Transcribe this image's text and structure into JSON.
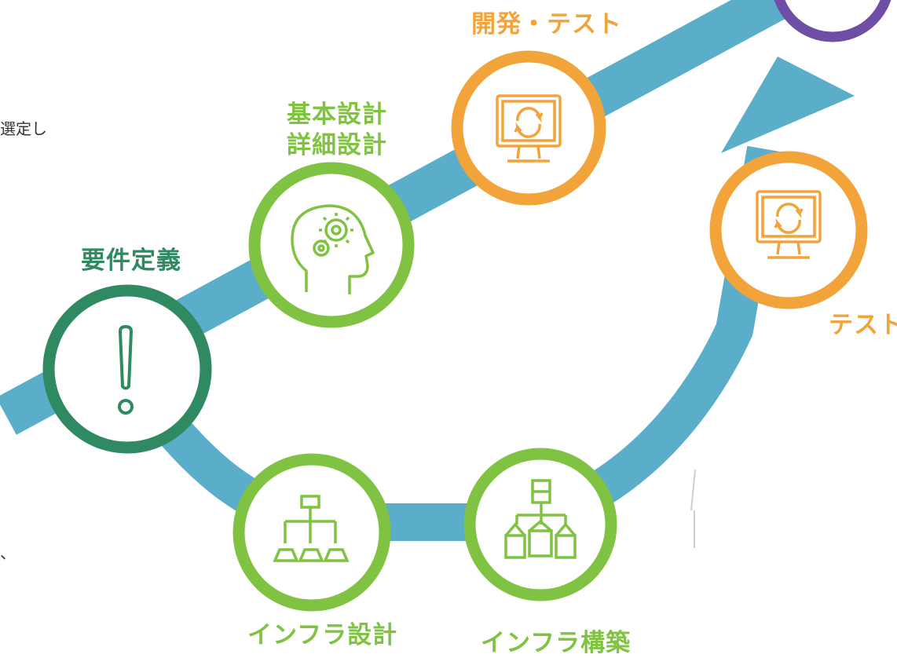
{
  "colors": {
    "path": "#5aaec9",
    "dark_green": "#2f8a62",
    "light_green": "#80c342",
    "orange": "#f2a43a",
    "purple": "#6f4fa6",
    "page": "#ffffff"
  },
  "side_text": {
    "line1": "選定し",
    "mark": "、"
  },
  "steps": [
    {
      "label": "要件定義",
      "icon": "exclamation-icon"
    },
    {
      "label_line1": "基本設計",
      "label_line2": "詳細設計",
      "icon": "head-gears-icon"
    },
    {
      "label": "開発・テスト",
      "icon": "monitor-refresh-icon"
    },
    {
      "label": "テスト",
      "icon": "monitor-refresh-icon"
    },
    {
      "label": "インフラ構築",
      "icon": "server-boxes-icon"
    },
    {
      "label": "インフラ設計",
      "icon": "network-hierarchy-icon"
    }
  ]
}
